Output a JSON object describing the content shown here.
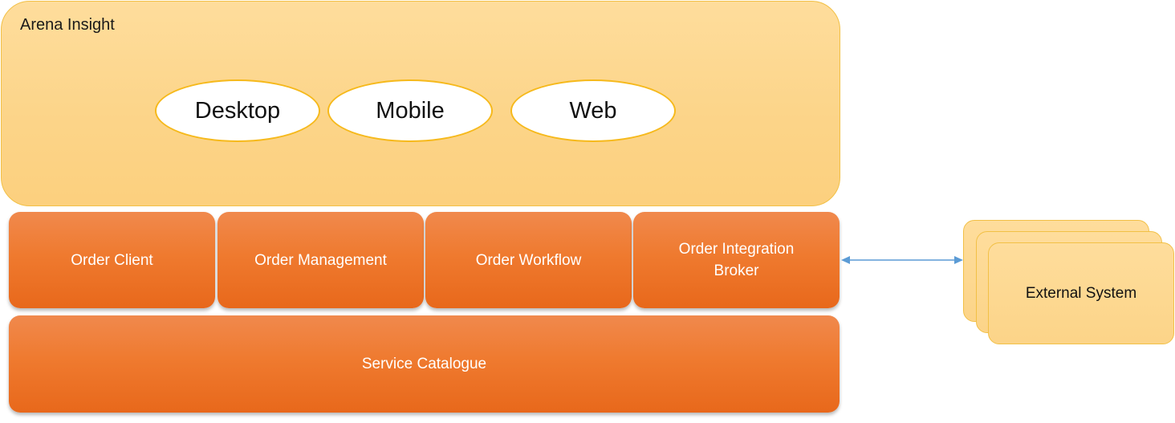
{
  "container": {
    "title": "Arena Insight"
  },
  "channels": [
    {
      "label": "Desktop"
    },
    {
      "label": "Mobile"
    },
    {
      "label": "Web"
    }
  ],
  "modules": [
    {
      "label": "Order Client"
    },
    {
      "label": "Order Management"
    },
    {
      "label": "Order Workflow"
    },
    {
      "label": "Order Integration Broker"
    }
  ],
  "foundation": {
    "label": "Service Catalogue"
  },
  "external": {
    "label": "External System",
    "stack_count": 3
  },
  "connector": {
    "type": "bidirectional",
    "from": "Order Integration Broker",
    "to": "External System",
    "color": "#5b9bd5"
  },
  "colors": {
    "container_fill": "#fdd68c",
    "container_border": "#f2c046",
    "pill_border": "#f6b91b",
    "module_fill": "#ef7a2f",
    "module_text": "#ffffff"
  }
}
